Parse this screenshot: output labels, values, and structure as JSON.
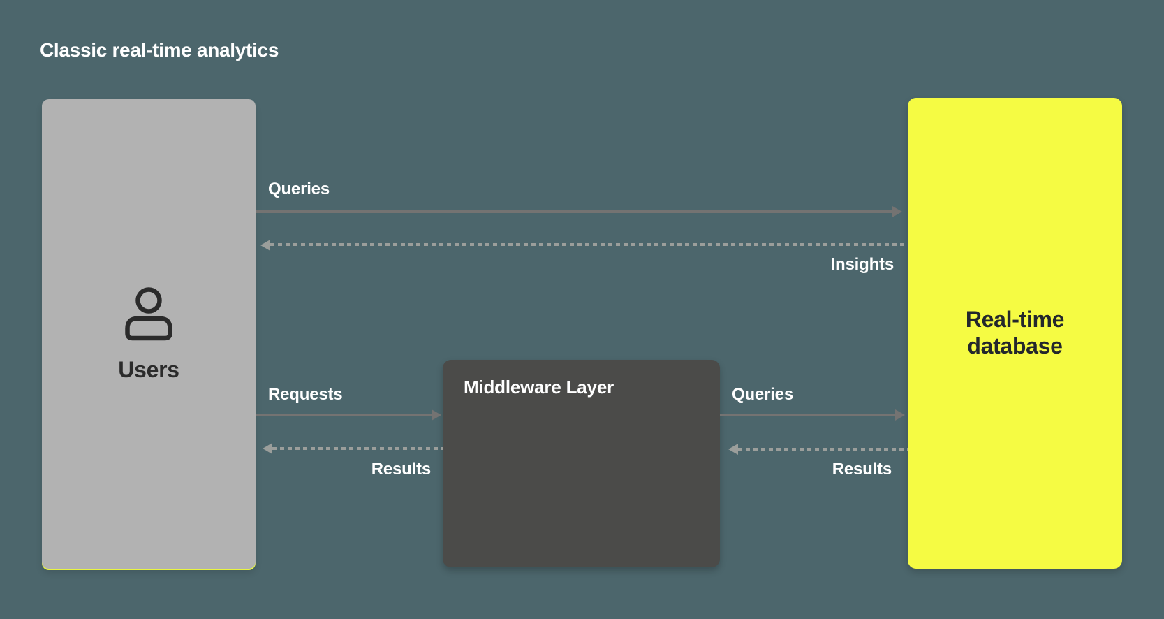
{
  "title": "Classic real-time analytics",
  "colors": {
    "background": "#4C666C",
    "users_box": "#B2B2B2",
    "middleware_box": "#4B4B49",
    "database_box": "#F5FB43",
    "solid_arrow": "#747372",
    "dashed_arrow": "#9B9E9B",
    "dark_text": "#2B2B2B",
    "database_text": "#23272C",
    "light_text": "#FFFFFF",
    "users_accent": "#E9F542"
  },
  "nodes": {
    "users": {
      "label": "Users",
      "icon": "user-icon"
    },
    "middleware": {
      "label": "Middleware Layer"
    },
    "database": {
      "label": "Real-time database"
    }
  },
  "edges": [
    {
      "label": "Queries",
      "from": "users",
      "to": "database",
      "style": "solid",
      "direction": "right"
    },
    {
      "label": "Insights",
      "from": "database",
      "to": "users",
      "style": "dashed",
      "direction": "left"
    },
    {
      "label": "Requests",
      "from": "users",
      "to": "middleware",
      "style": "solid",
      "direction": "right"
    },
    {
      "label": "Results",
      "from": "middleware",
      "to": "users",
      "style": "dashed",
      "direction": "left"
    },
    {
      "label": "Queries",
      "from": "middleware",
      "to": "database",
      "style": "solid",
      "direction": "right"
    },
    {
      "label": "Results",
      "from": "database",
      "to": "middleware",
      "style": "dashed",
      "direction": "left"
    }
  ]
}
